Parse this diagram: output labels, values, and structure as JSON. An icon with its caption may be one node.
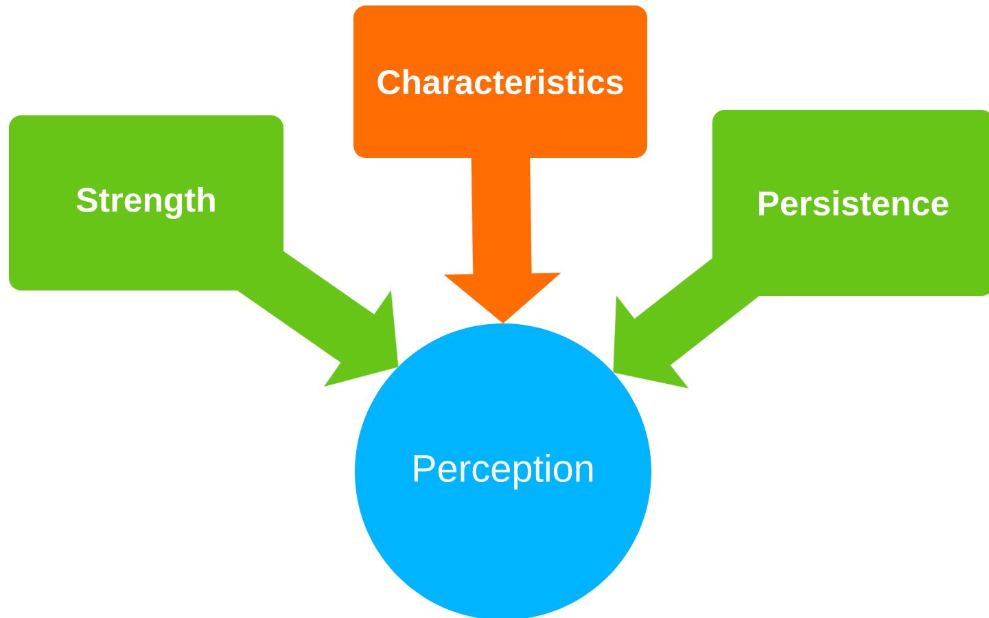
{
  "diagram": {
    "nodes": [
      {
        "text": [
          "Strength"
        ]
      },
      {
        "text": [
          "Characteristics"
        ]
      },
      {
        "text": [
          "Persistence"
        ]
      },
      {
        "text": [
          "Perception"
        ]
      }
    ],
    "edges": [
      {
        "from": 0,
        "to": 3,
        "arrow": "to"
      },
      {
        "from": 1,
        "to": 3,
        "arrow": "to",
        "color": "#ff6d00"
      },
      {
        "from": 2,
        "to": 3,
        "arrow": "to"
      }
    ]
  }
}
